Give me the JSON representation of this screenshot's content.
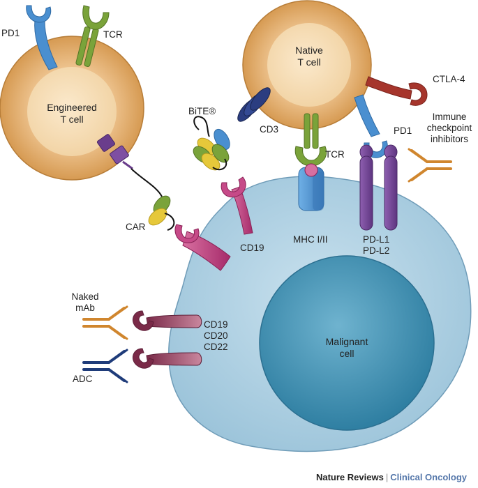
{
  "labels": {
    "pd1_top": "PD1",
    "tcr_top": "TCR",
    "engineered_line1": "Engineered",
    "engineered_line2": "T cell",
    "native_line1": "Native",
    "native_line2": "T cell",
    "ctla4": "CTLA-4",
    "immune_line1": "Immune",
    "immune_line2": "checkpoint",
    "immune_line3": "inhibitors",
    "bite": "BiTE®",
    "cd3": "CD3",
    "tcr_mid": "TCR",
    "pd1_mid": "PD1",
    "car": "CAR",
    "cd19_mid": "CD19",
    "mhc": "MHC I/II",
    "pdl1": "PD-L1",
    "pdl2": "PD-L2",
    "naked_line1": "Naked",
    "naked_line2": "mAb",
    "cd19_low": "CD19",
    "cd20": "CD20",
    "cd22": "CD22",
    "adc": "ADC",
    "malignant_line1": "Malignant",
    "malignant_line2": "cell"
  },
  "footer": {
    "journal": "Nature Reviews",
    "separator": "|",
    "section": "Clinical Oncology"
  },
  "colors": {
    "t_cell": "#e0a45c",
    "t_cell_nucleus": "#f6dcb2",
    "malignant_cell": "#a9cde0",
    "malignant_nucleus": "#3e8fb0",
    "pd1": "#4a8fd0",
    "tcr": "#7aa33a",
    "car_hinge": "#6a3d8c",
    "cd19": "#b8377a",
    "antibody_orange": "#d0862e",
    "antibody_navy": "#1f3c7a",
    "ctla4": "#a6352c",
    "cd3": "#2b3d80",
    "pdl": "#7a4a9a",
    "mhc": "#4a8fd0"
  }
}
